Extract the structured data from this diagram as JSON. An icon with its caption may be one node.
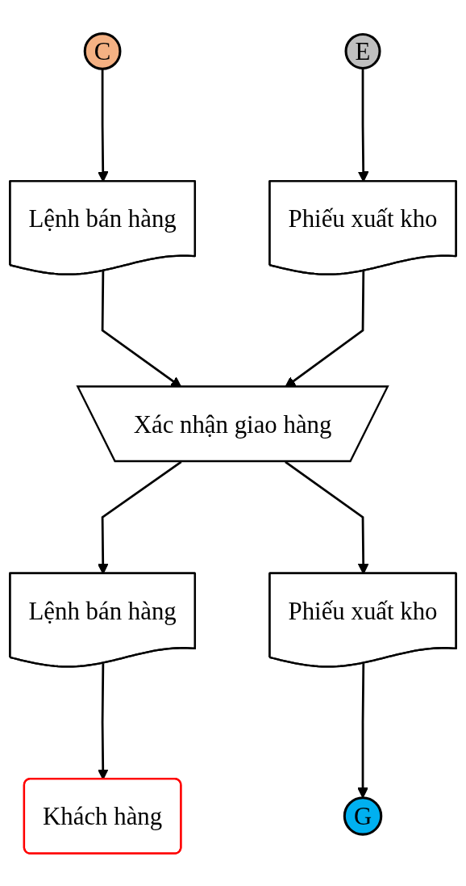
{
  "diagram": {
    "nodes": [
      {
        "text": [
          "C"
        ]
      },
      {
        "text": [
          "E"
        ]
      },
      {
        "text": [
          "Lệnh bán hàng"
        ]
      },
      {
        "text": [
          "Phiếu xuất kho"
        ]
      },
      {
        "text": [
          "Xác nhận giao hàng"
        ]
      },
      {
        "text": [
          "Lệnh bán hàng"
        ]
      },
      {
        "text": [
          "Phiếu xuất kho"
        ]
      },
      {
        "text": [
          "Khách hàng"
        ]
      },
      {
        "text": [
          "G"
        ]
      }
    ],
    "edges": [
      {
        "from": 0,
        "to": 2,
        "arrow": "to"
      },
      {
        "from": 1,
        "to": 3,
        "arrow": "to"
      },
      {
        "from": 2,
        "to": 4,
        "arrow": "to"
      },
      {
        "from": 3,
        "to": 4,
        "arrow": "to"
      },
      {
        "from": 4,
        "to": 5,
        "arrow": "to"
      },
      {
        "from": 4,
        "to": 6,
        "arrow": "to"
      },
      {
        "from": 5,
        "to": 7,
        "arrow": "to"
      },
      {
        "from": 6,
        "to": 8,
        "arrow": "to"
      }
    ]
  }
}
